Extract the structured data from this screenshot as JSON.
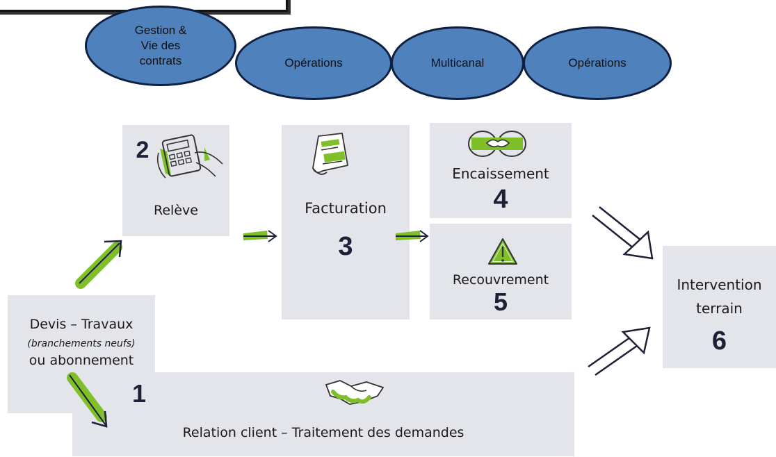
{
  "top_domains": [
    {
      "label": "Gestion &\nVie des\ncontrats"
    },
    {
      "label": "Opérations"
    },
    {
      "label": "Multicanal"
    },
    {
      "label": "Opérations"
    }
  ],
  "steps": {
    "devis": {
      "line1": "Devis – Travaux",
      "line2": "(branchements neufs)",
      "line3": "ou abonnement",
      "number": "1"
    },
    "releve": {
      "label": "Relève",
      "number": "2"
    },
    "facturation": {
      "label": "Facturation",
      "number": "3"
    },
    "encaissement": {
      "label": "Encaissement",
      "number": "4"
    },
    "recouvrement": {
      "label": "Recouvrement",
      "number": "5"
    },
    "intervention": {
      "line1": "Intervention",
      "line2": "terrain",
      "number": "6"
    },
    "relation": {
      "label": "Relation client – Traitement des demandes"
    }
  },
  "icons": {
    "releve": "calculator-icon",
    "facturation": "invoice-icon",
    "encaissement": "handshake-money-icon",
    "recouvrement": "warning-icon",
    "relation": "handshake-icon"
  },
  "colors": {
    "pill_fill": "#4f81bd",
    "pill_border": "#0f1f3f",
    "box": "#e4e5ea",
    "arrow_green": "#7fbf2a",
    "arrow_dark": "#1e2038"
  }
}
